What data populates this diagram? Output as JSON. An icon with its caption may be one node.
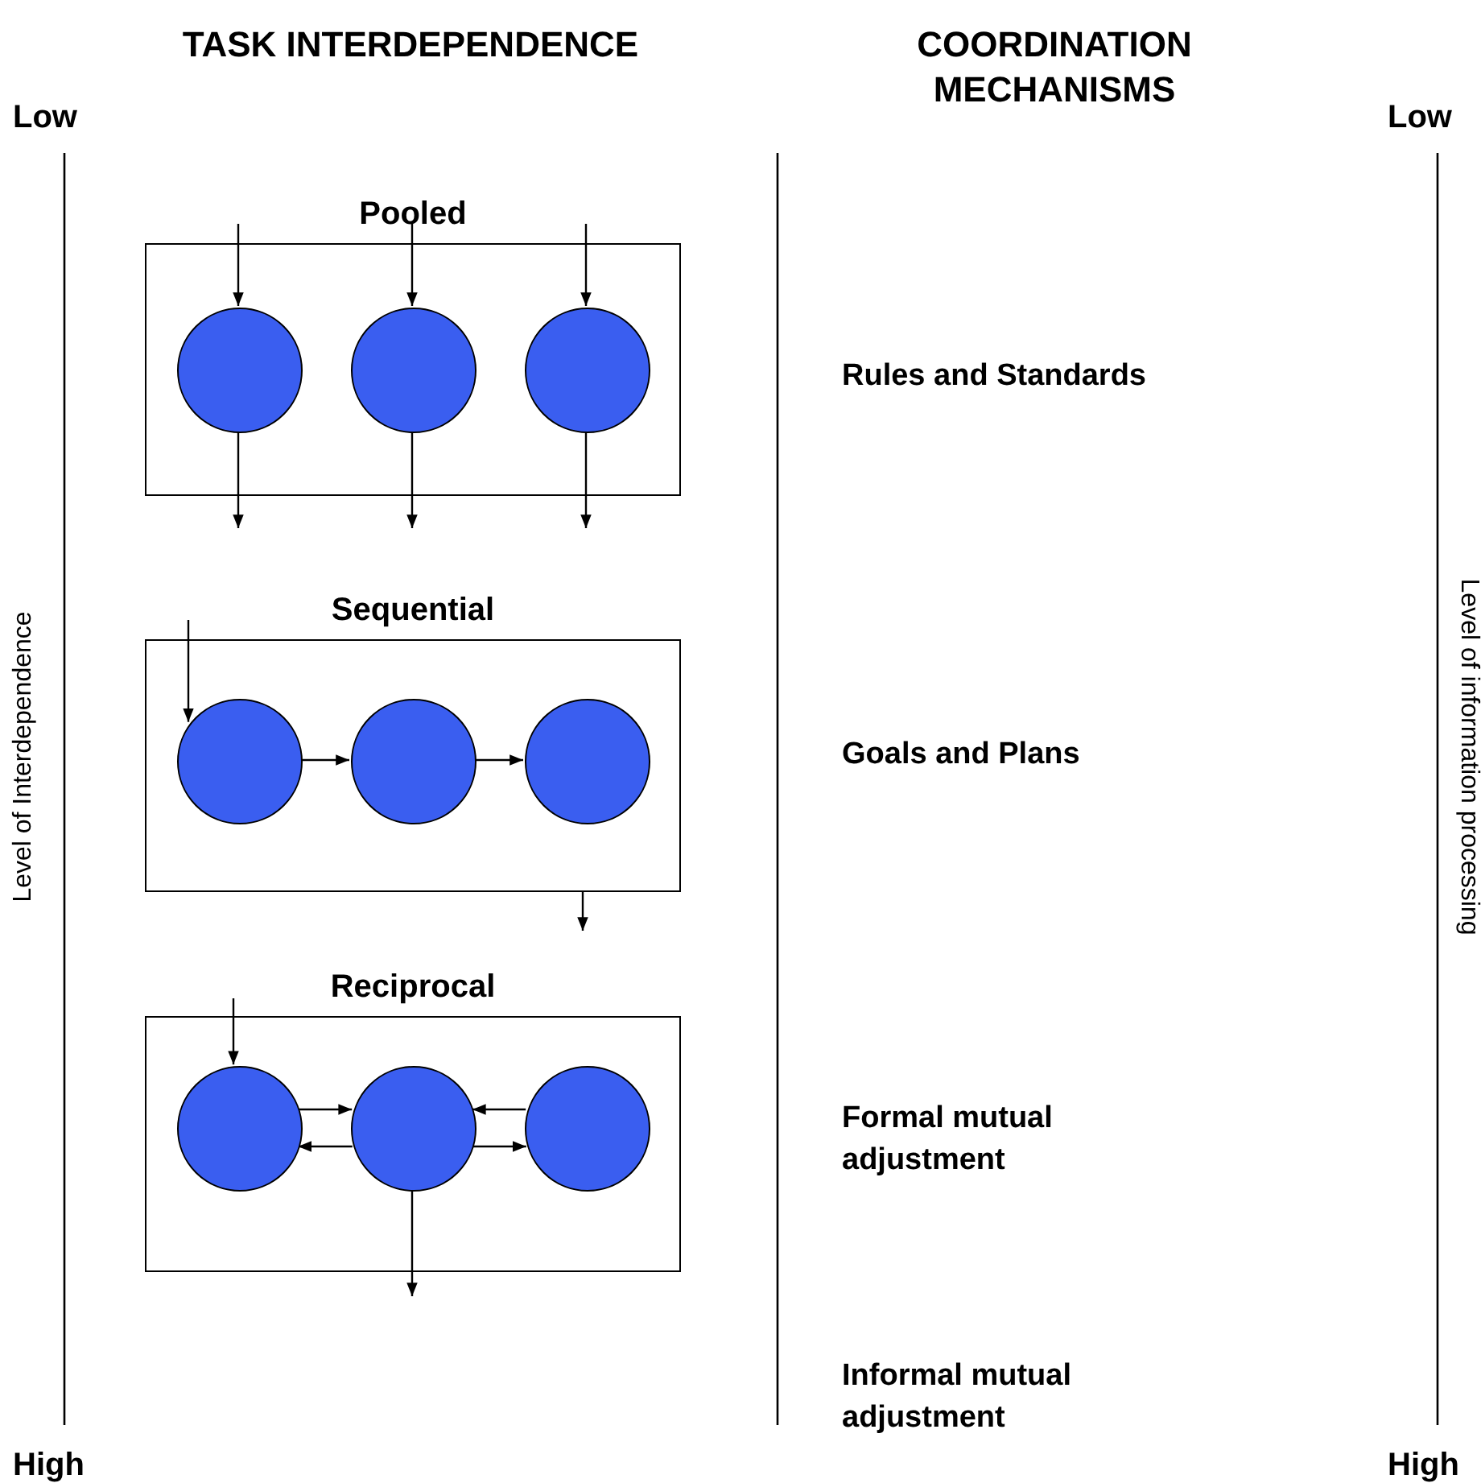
{
  "diagram": {
    "nodes": [
      {
        "text": [
          "Pooled"
        ]
      },
      {
        "text": [],
        "shape": "circle",
        "in": 0
      },
      {
        "text": [],
        "shape": "circle",
        "in": 0
      },
      {
        "text": [],
        "shape": "circle",
        "in": 0
      },
      {
        "text": [
          "Sequential"
        ]
      },
      {
        "text": [],
        "shape": "circle",
        "in": 4
      },
      {
        "text": [],
        "shape": "circle",
        "in": 4
      },
      {
        "text": [],
        "shape": "circle",
        "in": 4
      },
      {
        "text": [
          "Reciprocal"
        ]
      },
      {
        "text": [],
        "shape": "circle",
        "in": 8
      },
      {
        "text": [],
        "shape": "circle",
        "in": 8
      },
      {
        "text": [],
        "shape": "circle",
        "in": 8
      }
    ],
    "edges": [
      {
        "from": null,
        "to": 1,
        "arrow": "to"
      },
      {
        "from": null,
        "to": 2,
        "arrow": "to"
      },
      {
        "from": null,
        "to": 3,
        "arrow": "to"
      },
      {
        "from": 1,
        "to": null,
        "arrow": "to"
      },
      {
        "from": 2,
        "to": null,
        "arrow": "to"
      },
      {
        "from": 3,
        "to": null,
        "arrow": "to"
      },
      {
        "from": null,
        "to": 5,
        "arrow": "to"
      },
      {
        "from": 5,
        "to": 6,
        "arrow": "to"
      },
      {
        "from": 6,
        "to": 7,
        "arrow": "to"
      },
      {
        "from": 4,
        "to": null,
        "arrow": "to"
      },
      {
        "from": null,
        "to": 9,
        "arrow": "to"
      },
      {
        "from": 9,
        "to": 10,
        "arrow": "to"
      },
      {
        "from": 11,
        "to": 10,
        "arrow": "to"
      },
      {
        "from": 10,
        "to": 9,
        "arrow": "to"
      },
      {
        "from": 10,
        "to": 11,
        "arrow": "to"
      },
      {
        "from": 10,
        "to": null,
        "arrow": "to"
      }
    ],
    "labels": [
      "Low",
      "TASK INTERDEPENDENCE",
      "COORDINATION MECHANISMS",
      "Low",
      "Rules and Standards",
      "Level of Interdependence",
      "Goals and Plans",
      "Level of information processing",
      "Formal mutual adjustment",
      "Informal mutual adjustment",
      "High",
      "High"
    ]
  }
}
